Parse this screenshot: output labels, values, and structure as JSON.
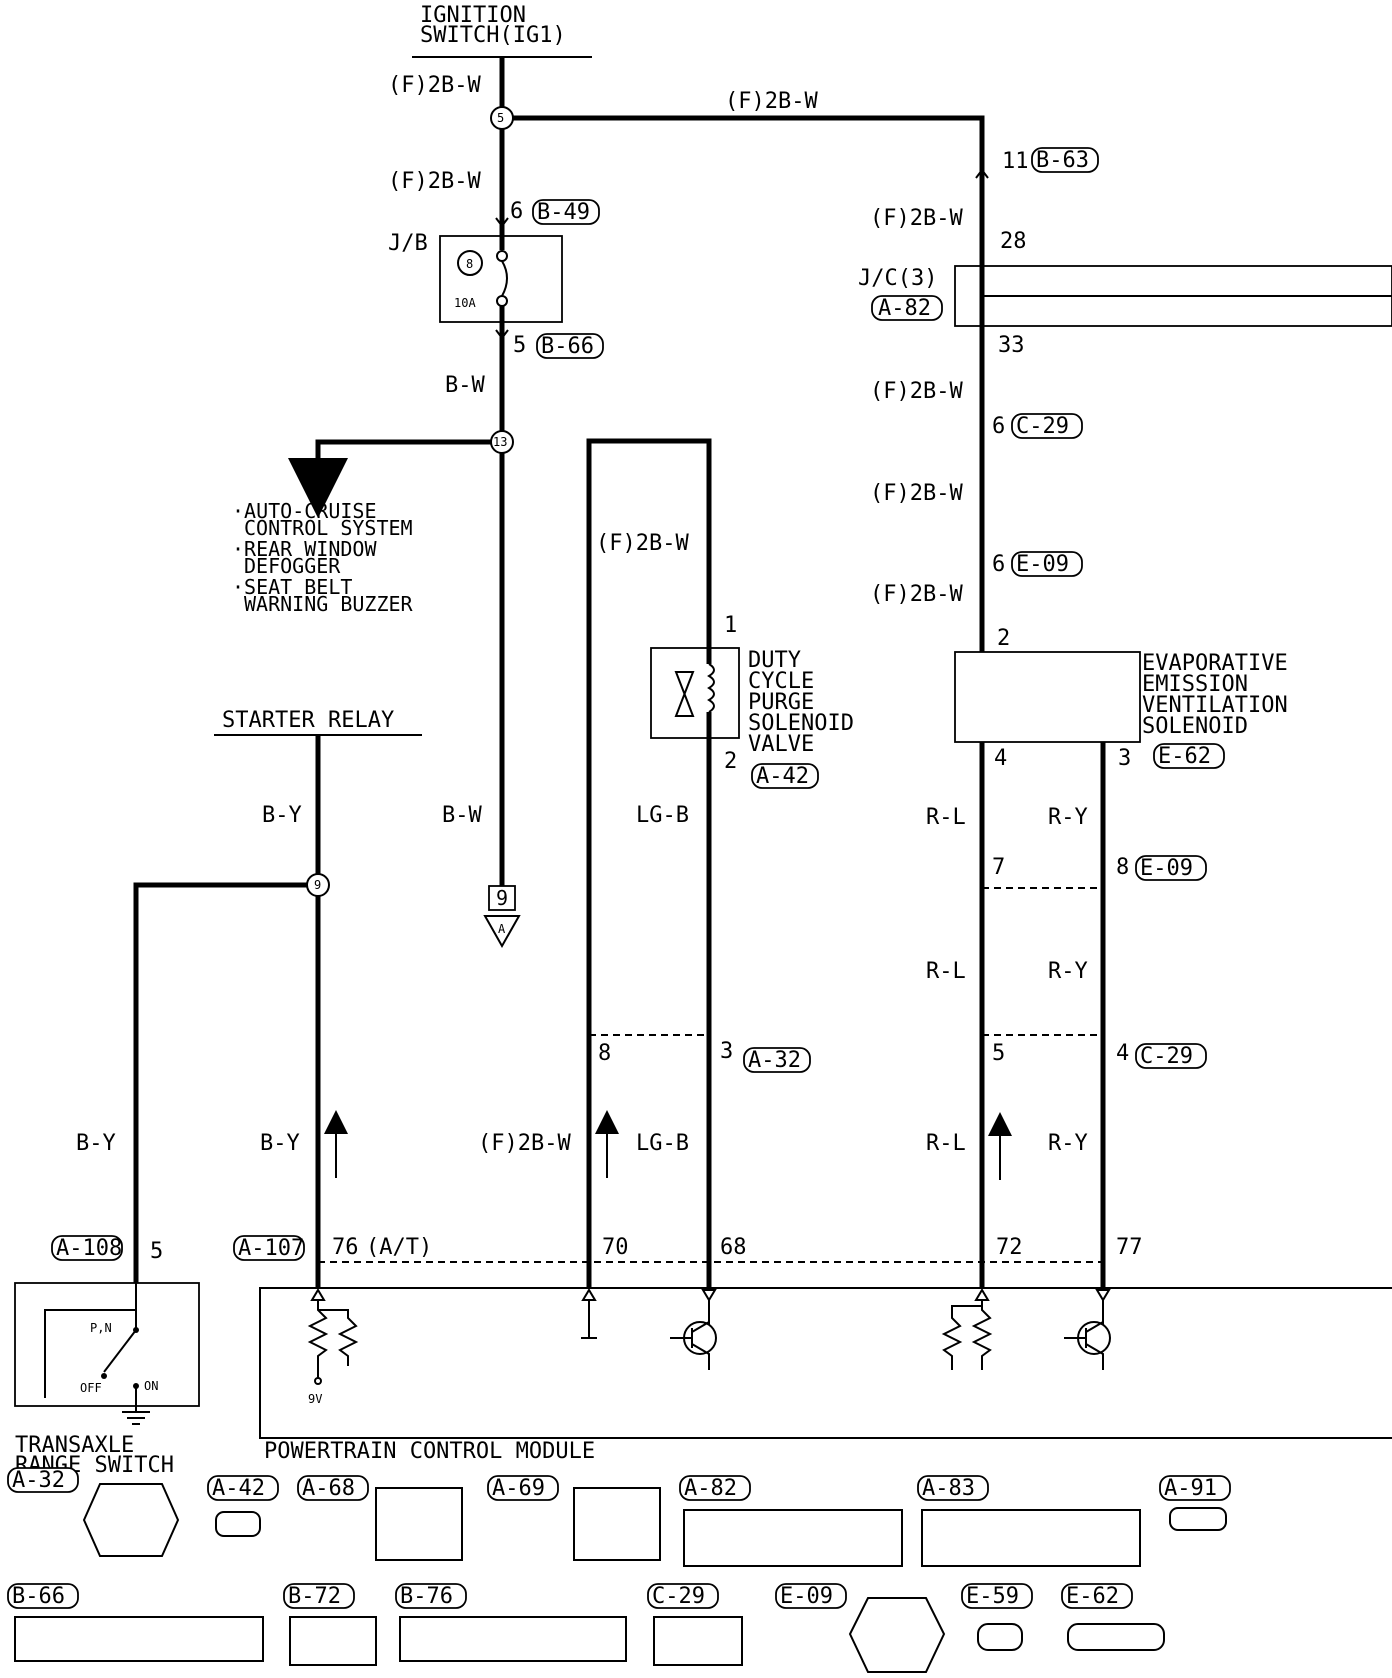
{
  "labels": {
    "ignition_line1": "IGNITION",
    "ignition_line2": "SWITCH(IG1)",
    "starter_relay": "STARTER RELAY",
    "jb": "J/B",
    "fuse_num": "8",
    "fuse_rating": "10A",
    "jc": "J/C(3)",
    "ground_num": "9",
    "ground_letter": "A",
    "branch_item1_l1": "·AUTO-CRUISE",
    "branch_item1_l2": "CONTROL SYSTEM",
    "branch_item2_l1": "·REAR WINDOW",
    "branch_item2_l2": "DEFOGGER",
    "branch_item3_l1": "·SEAT BELT",
    "branch_item3_l2": "WARNING BUZZER",
    "purge_l1": "DUTY",
    "purge_l2": "CYCLE",
    "purge_l3": "PURGE",
    "purge_l4": "SOLENOID",
    "purge_l5": "VALVE",
    "evap_l1": "EVAPORATIVE",
    "evap_l2": "EMISSION",
    "evap_l3": "VENTILATION",
    "evap_l4": "SOLENOID",
    "pcm": "POWERTRAIN CONTROL MODULE",
    "trs_l1": "TRANSAXLE",
    "trs_l2": "RANGE SWITCH",
    "pn": "P,N",
    "off": "OFF",
    "on": "ON",
    "volt": "9V",
    "at": "(A/T)"
  },
  "wires": {
    "f2bw": "(F)2B-W",
    "bw": "B-W",
    "by": "B-Y",
    "lgb": "LG-B",
    "rl": "R-L",
    "ry": "R-Y"
  },
  "nodes": {
    "n5": "5",
    "n13": "13",
    "n9": "9"
  },
  "pins": {
    "p6": "6",
    "p5": "5",
    "p11": "11",
    "p28": "28",
    "p33": "33",
    "p6c": "6",
    "p6e": "6",
    "p2e": "2",
    "p4": "4",
    "p3": "3",
    "p7": "7",
    "p8": "8",
    "p5b": "5",
    "p4b": "4",
    "p1v": "1",
    "p2v": "2",
    "p8a": "8",
    "p3a": "3",
    "t5": "5",
    "t76": "76",
    "t70": "70",
    "t68": "68",
    "t72": "72",
    "t77": "77"
  },
  "connectors": {
    "b49": "B-49",
    "b66": "B-66",
    "b63": "B-63",
    "a82": "A-82",
    "c29": "C-29",
    "e09": "E-09",
    "e62": "E-62",
    "a42": "A-42",
    "a32": "A-32",
    "a108": "A-108",
    "a107": "A-107"
  },
  "legend": {
    "a32": "A-32",
    "a42": "A-42",
    "a68": "A-68",
    "a69": "A-69",
    "a82": "A-82",
    "a83": "A-83",
    "a91": "A-91",
    "b66": "B-66",
    "b72": "B-72",
    "b76": "B-76",
    "c29": "C-29",
    "e09": "E-09",
    "e59": "E-59",
    "e62": "E-62"
  }
}
